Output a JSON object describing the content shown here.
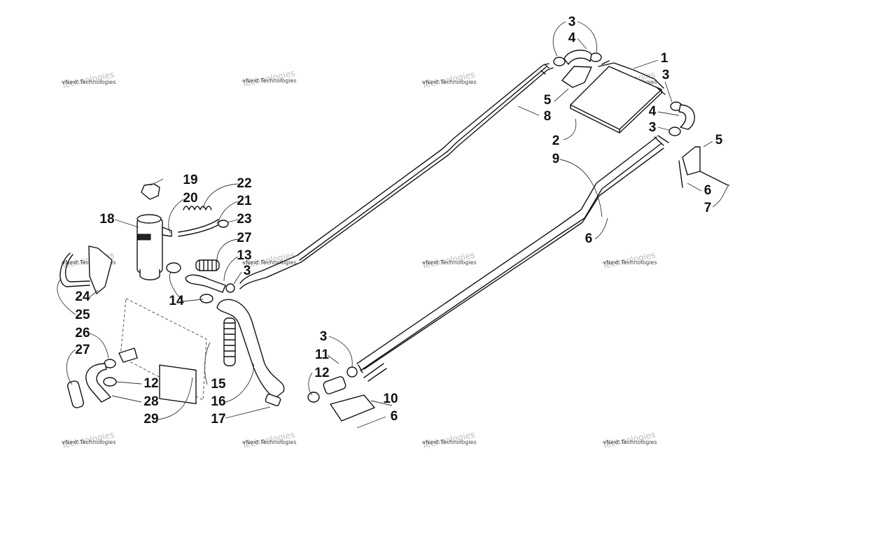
{
  "watermark": {
    "text": "vNext Technologies"
  },
  "callouts": [
    {
      "id": "c1",
      "label": "1"
    },
    {
      "id": "c2",
      "label": "2"
    },
    {
      "id": "c3a",
      "label": "3"
    },
    {
      "id": "c3b",
      "label": "3"
    },
    {
      "id": "c3c",
      "label": "3"
    },
    {
      "id": "c3d",
      "label": "3"
    },
    {
      "id": "c3e",
      "label": "3"
    },
    {
      "id": "c4a",
      "label": "4"
    },
    {
      "id": "c4b",
      "label": "4"
    },
    {
      "id": "c5a",
      "label": "5"
    },
    {
      "id": "c5b",
      "label": "5"
    },
    {
      "id": "c6a",
      "label": "6"
    },
    {
      "id": "c6b",
      "label": "6"
    },
    {
      "id": "c6c",
      "label": "6"
    },
    {
      "id": "c7",
      "label": "7"
    },
    {
      "id": "c8",
      "label": "8"
    },
    {
      "id": "c9",
      "label": "9"
    },
    {
      "id": "c10",
      "label": "10"
    },
    {
      "id": "c11",
      "label": "11"
    },
    {
      "id": "c12a",
      "label": "12"
    },
    {
      "id": "c12b",
      "label": "12"
    },
    {
      "id": "c13",
      "label": "13"
    },
    {
      "id": "c14",
      "label": "14"
    },
    {
      "id": "c15",
      "label": "15"
    },
    {
      "id": "c16",
      "label": "16"
    },
    {
      "id": "c17",
      "label": "17"
    },
    {
      "id": "c18",
      "label": "18"
    },
    {
      "id": "c19",
      "label": "19"
    },
    {
      "id": "c20",
      "label": "20"
    },
    {
      "id": "c21",
      "label": "21"
    },
    {
      "id": "c22",
      "label": "22"
    },
    {
      "id": "c23",
      "label": "23"
    },
    {
      "id": "c24",
      "label": "24"
    },
    {
      "id": "c25",
      "label": "25"
    },
    {
      "id": "c26",
      "label": "26"
    },
    {
      "id": "c27a",
      "label": "27"
    },
    {
      "id": "c27b",
      "label": "27"
    },
    {
      "id": "c28",
      "label": "28"
    },
    {
      "id": "c29",
      "label": "29"
    }
  ]
}
